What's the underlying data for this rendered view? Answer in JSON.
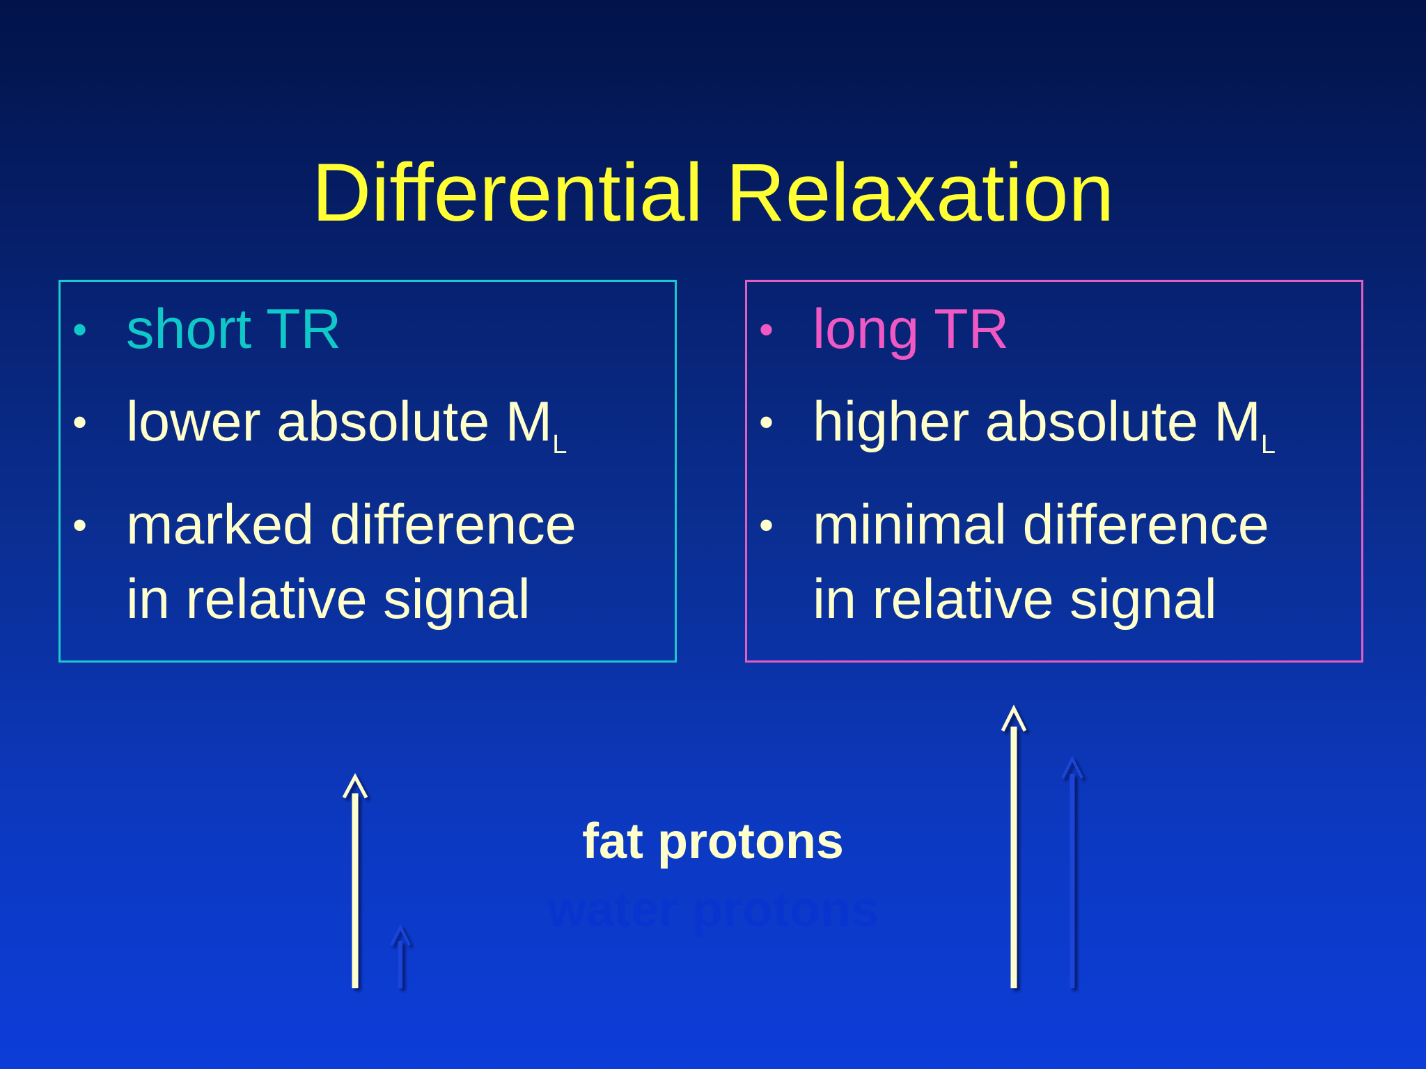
{
  "title": "Differential Relaxation",
  "left_box": {
    "heading": "short TR",
    "bullet_2": "lower absolute M",
    "bullet_2_sub": "L",
    "bullet_3_line1": "marked difference",
    "bullet_3_line2": "in relative signal",
    "accent_color": "#1ec8cc"
  },
  "right_box": {
    "heading": "long TR",
    "bullet_2": "higher absolute M",
    "bullet_2_sub": "L",
    "bullet_3_line1": "minimal difference",
    "bullet_3_line2": "in relative signal",
    "accent_color": "#e25fbf"
  },
  "bullet_glyph": "•",
  "labels": {
    "fat": "fat protons",
    "water": "water protons"
  },
  "colors": {
    "title": "#ffff33",
    "body_text": "#ffffcc",
    "fat_arrow": "#ffffcc",
    "water_arrow": "#1a44d8"
  }
}
